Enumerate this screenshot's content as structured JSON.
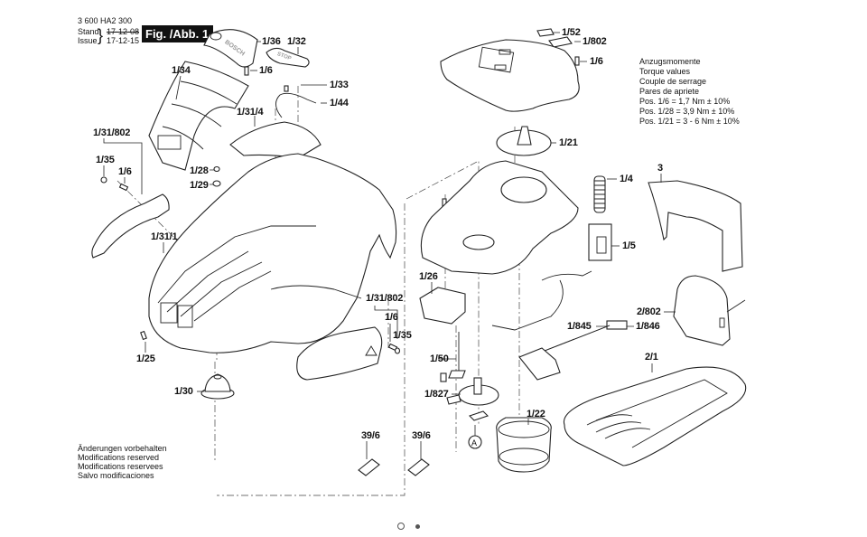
{
  "header": {
    "doc_number": "3 600 HA2 300",
    "stand_label": "Stand",
    "issue_label": "Issue",
    "stand_date_old": "17-12-08",
    "issue_date": "17-12-15",
    "figure_label": "Fig. /Abb. 1"
  },
  "torque_table": {
    "lines": [
      "Anzugsmomente",
      "Torque values",
      "Couple de serrage",
      "Pares de apriete",
      "Pos. 1/6   = 1,7 Nm  ± 10%",
      "Pos. 1/28 = 3,9 Nm  ± 10%",
      "Pos. 1/21 = 3 - 6 Nm  ± 10%"
    ]
  },
  "footer_note": {
    "lines": [
      "Änderungen vorbehalten",
      "Modifications reserved",
      "Modifications reservees",
      "Salvo modificaciones"
    ]
  },
  "part_labels": {
    "p1_36": "1/36",
    "p1_32": "1/32",
    "p1_6_a": "1/6",
    "p1_34": "1/34",
    "p1_33": "1/33",
    "p1_44": "1/44",
    "p1_31_4": "1/31/4",
    "p1_31_802_a": "1/31/802",
    "p1_35_a": "1/35",
    "p1_6_b": "1/6",
    "p1_28": "1/28",
    "p1_29": "1/29",
    "p1_31_1": "1/31/1",
    "p1_25": "1/25",
    "p1_30": "1/30",
    "p1_31_802_b": "1/31/802",
    "p1_6_c": "1/6",
    "p1_35_b": "1/35",
    "p1_52": "1/52",
    "p1_802": "1/802",
    "p1_6_d": "1/6",
    "p1_21": "1/21",
    "p1_4": "1/4",
    "p1_5": "1/5",
    "p3": "3",
    "p1_26": "1/26",
    "p2_802": "2/802",
    "p1_845": "1/845",
    "p1_846": "1/846",
    "p1_50": "1/50",
    "p2_1": "2/1",
    "p1_827": "1/827",
    "p1_22": "1/22",
    "p39_6_a": "39/6",
    "p39_6_b": "39/6",
    "callout_a": "A"
  },
  "decals": {
    "brand": "BOSCH",
    "stop": "STOP"
  },
  "pager": {
    "pages": 2,
    "current": 1
  }
}
